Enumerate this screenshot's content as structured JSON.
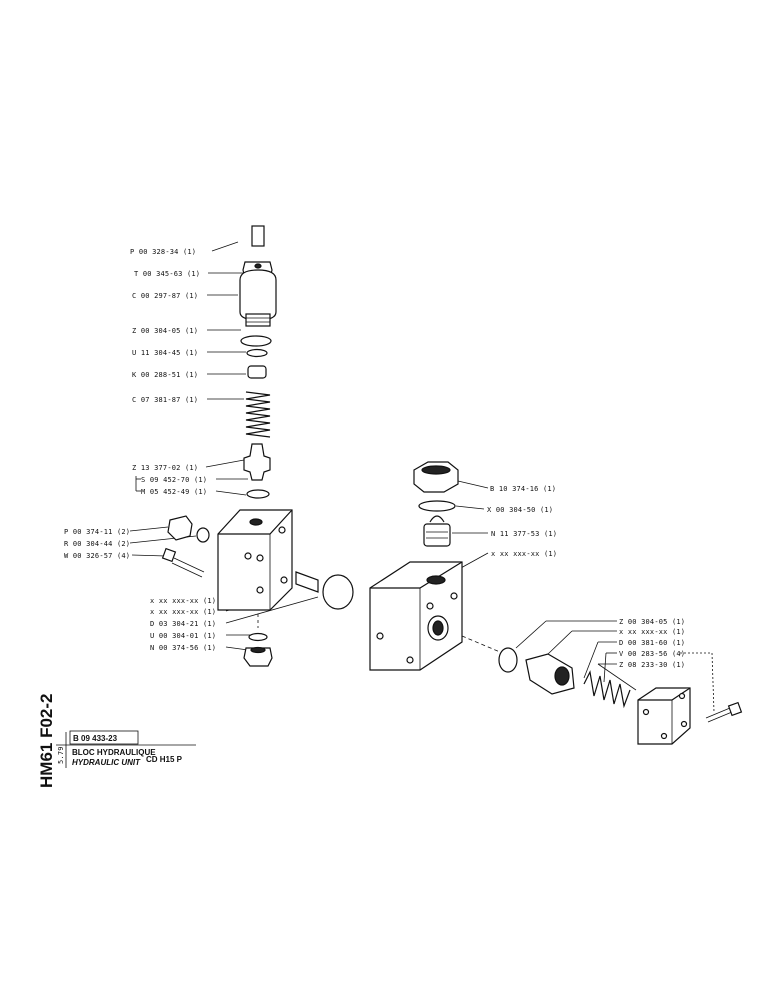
{
  "drawing": {
    "sheet_code": "HM61 F02-2",
    "date": "5.79",
    "part_number": "B 09 433-23",
    "title_fr": "BLOC HYDRAULIQUE",
    "title_en": "HYDRAULIC UNIT",
    "model": "CD H15 P"
  },
  "left_labels": [
    "P 00 328-34 (1)",
    "T 00 345-63 (1)",
    "C 00 297-87 (1)",
    "Z 00 304-05 (1)",
    "U 11 304-45 (1)",
    "K 00 288-51 (1)",
    "C 07 381-87 (1)",
    "Z 13 377-02 (1)",
    "S 09 452-70 (1)",
    "M 05 452-49 (1)",
    "P 00 374-11 (2)",
    "R 00 304-44 (2)",
    "W 00 326-57 (4)",
    "x xx xxx-xx (1)",
    "x xx xxx-xx (1)",
    "D 03 304-21 (1)",
    "U 00 304-01 (1)",
    "N 00 374-56 (1)"
  ],
  "right_top_labels": [
    "B 10 374-16 (1)",
    "X 00 304-50 (1)",
    "N 11 377-53 (1)",
    "x xx xxx-xx (1)"
  ],
  "right_bottom_labels": [
    "Z 00 304-05 (1)",
    "x xx xxx-xx (1)",
    "D 00 381-60 (1)",
    "V 00 283-56 (4)",
    "Z 08 233-30 (1)"
  ]
}
